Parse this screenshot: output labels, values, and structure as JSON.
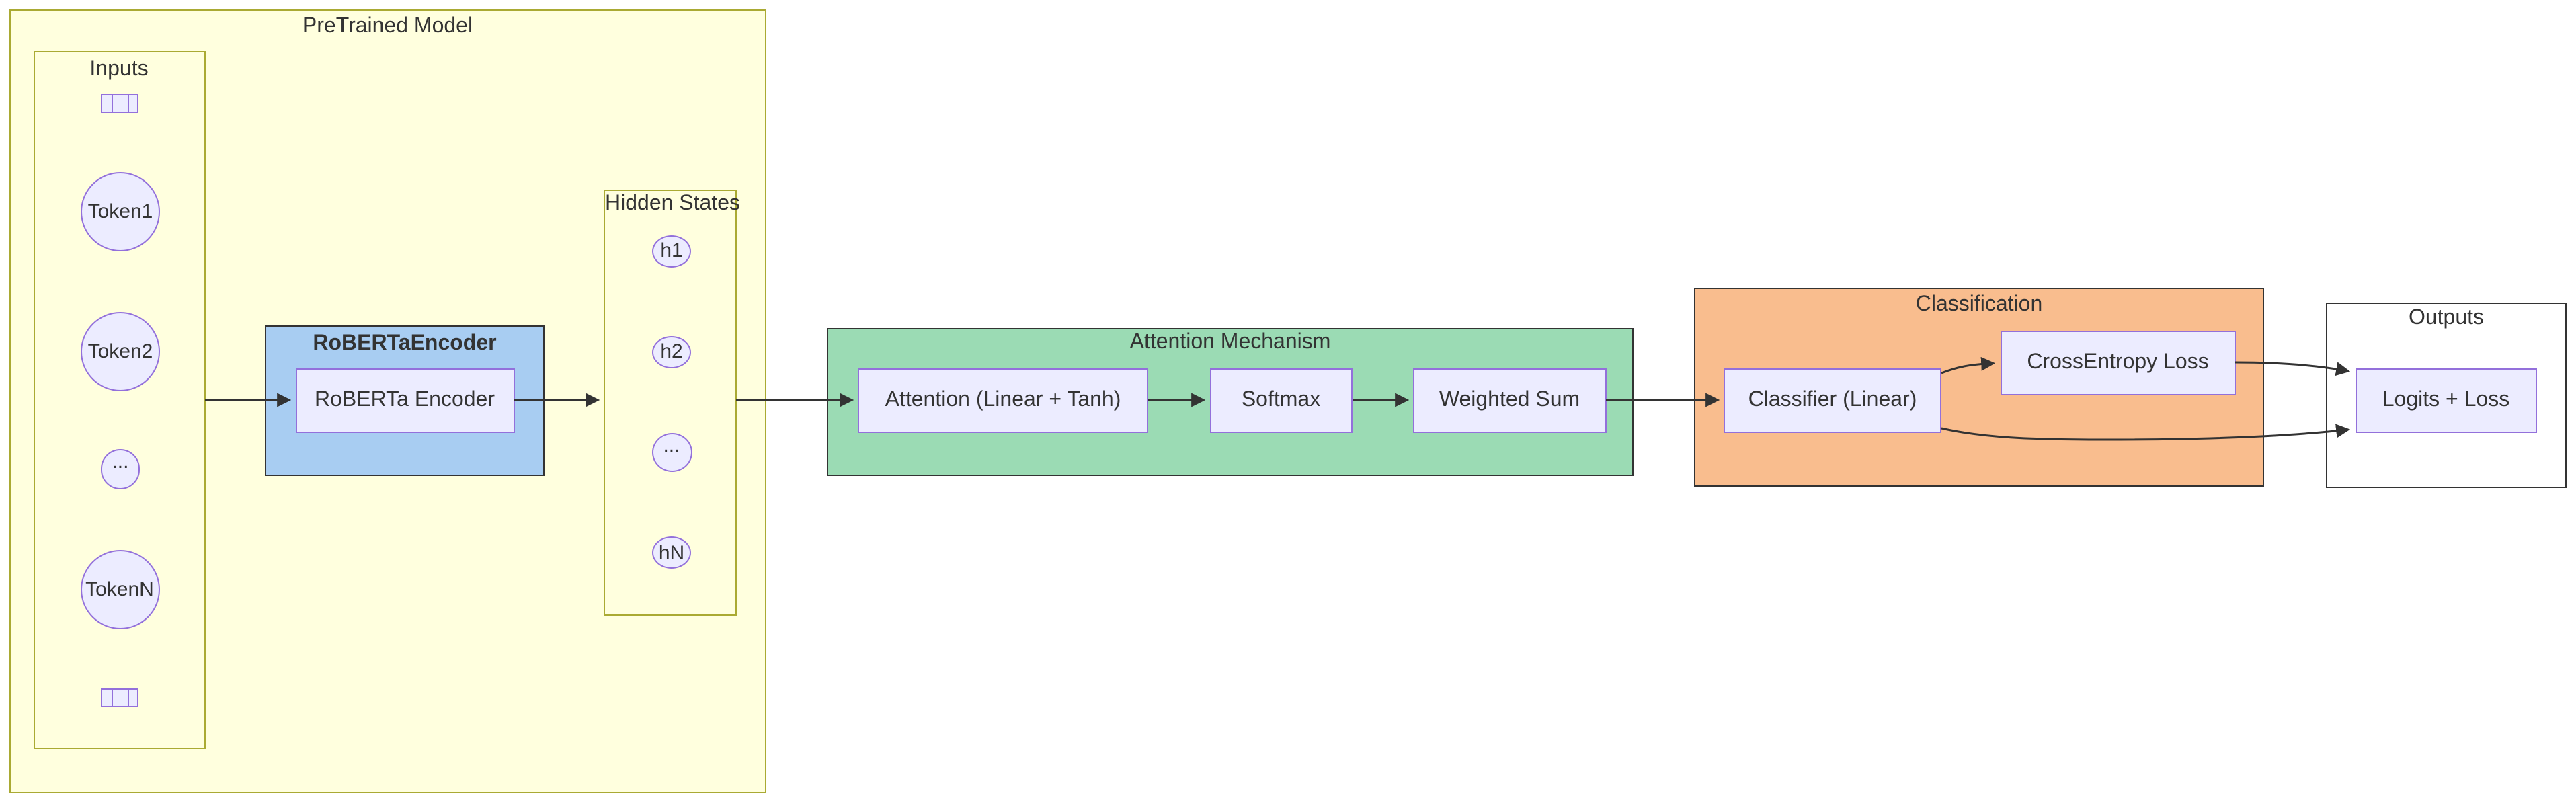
{
  "diagram": {
    "pretrained": {
      "title": "PreTrained Model"
    },
    "inputs": {
      "title": "Inputs",
      "tokens": [
        "Token1",
        "Token2",
        "...",
        "TokenN"
      ]
    },
    "encoder": {
      "title": "RoBERTaEncoder",
      "node": "RoBERTa Encoder"
    },
    "hidden": {
      "title": "Hidden States",
      "nodes": [
        "h1",
        "h2",
        "...",
        "hN"
      ]
    },
    "attention": {
      "title": "Attention Mechanism",
      "attn_node": "Attention (Linear + Tanh)",
      "softmax_node": "Softmax",
      "wsum_node": "Weighted Sum"
    },
    "classification": {
      "title": "Classification",
      "classifier_node": "Classifier (Linear)",
      "loss_node": "CrossEntropy Loss"
    },
    "outputs": {
      "title": "Outputs",
      "node": "Logits + Loss"
    }
  },
  "colors": {
    "cluster_fill": "#ffffde",
    "cluster_border": "#aaaa33",
    "node_fill": "#ececff",
    "node_border": "#9370db",
    "encoder_fill": "#a8cdf2",
    "attention_fill": "#9bdbb4",
    "classification_fill": "#f9bd8e",
    "outputs_fill": "#ffffff",
    "dark_border": "#333333",
    "text": "#333333",
    "arrow": "#333333"
  }
}
